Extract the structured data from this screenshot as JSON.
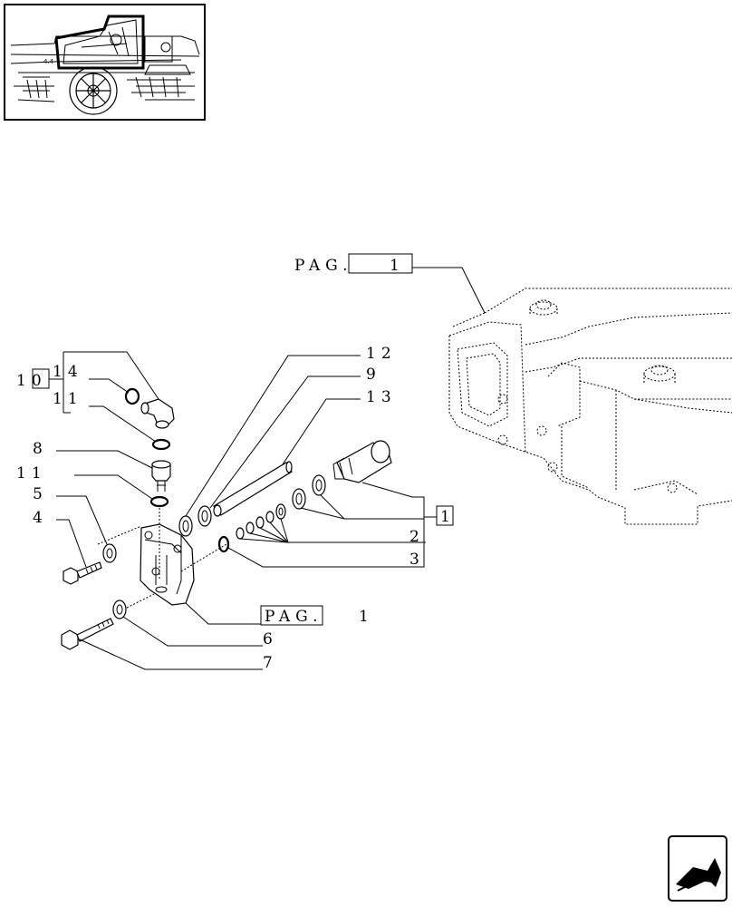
{
  "header": {
    "thumbnail": "tractor-overview-thumbnail"
  },
  "callouts": {
    "pag_top": "PAG.",
    "pag_top_ref": "1",
    "pag_bottom": "PAG.",
    "pag_bottom_ref": "1",
    "c1": "1",
    "c2": "2",
    "c3": "3",
    "c4": "4",
    "c5": "5",
    "c6": "6",
    "c7": "7",
    "c8": "8",
    "c9": "9",
    "c10": "10",
    "c11a": "11",
    "c11b": "11",
    "c12": "12",
    "c13": "13",
    "c14": "14"
  },
  "navigation": {
    "next_icon": "next-page-arrow-icon"
  }
}
